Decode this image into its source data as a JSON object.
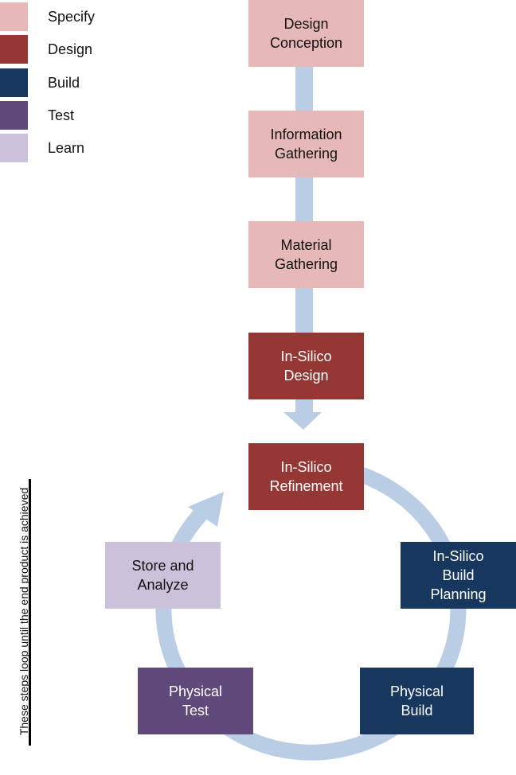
{
  "colors": {
    "specify": "#e6b8b7",
    "design": "#953735",
    "build": "#17375e",
    "test": "#604a7b",
    "learn": "#ccc1da",
    "arrow": "#b9cde5"
  },
  "legend": [
    {
      "label": "Specify",
      "color": "#e6b8b7"
    },
    {
      "label": "Design",
      "color": "#953735"
    },
    {
      "label": "Build",
      "color": "#17375e"
    },
    {
      "label": "Test",
      "color": "#604a7b"
    },
    {
      "label": "Learn",
      "color": "#ccc1da"
    }
  ],
  "steps": {
    "design_conception": "Design\nConception",
    "information_gathering": "Information\nGathering",
    "material_gathering": "Material\nGathering",
    "in_silico_design": "In-Silico\nDesign",
    "in_silico_refinement": "In-Silico\nRefinement",
    "in_silico_build_planning": "In-Silico\nBuild\nPlanning",
    "physical_build": "Physical\nBuild",
    "physical_test": "Physical\nTest",
    "store_and_analyze": "Store and\nAnalyze"
  },
  "side_note": "These steps loop until the end product is achieved"
}
